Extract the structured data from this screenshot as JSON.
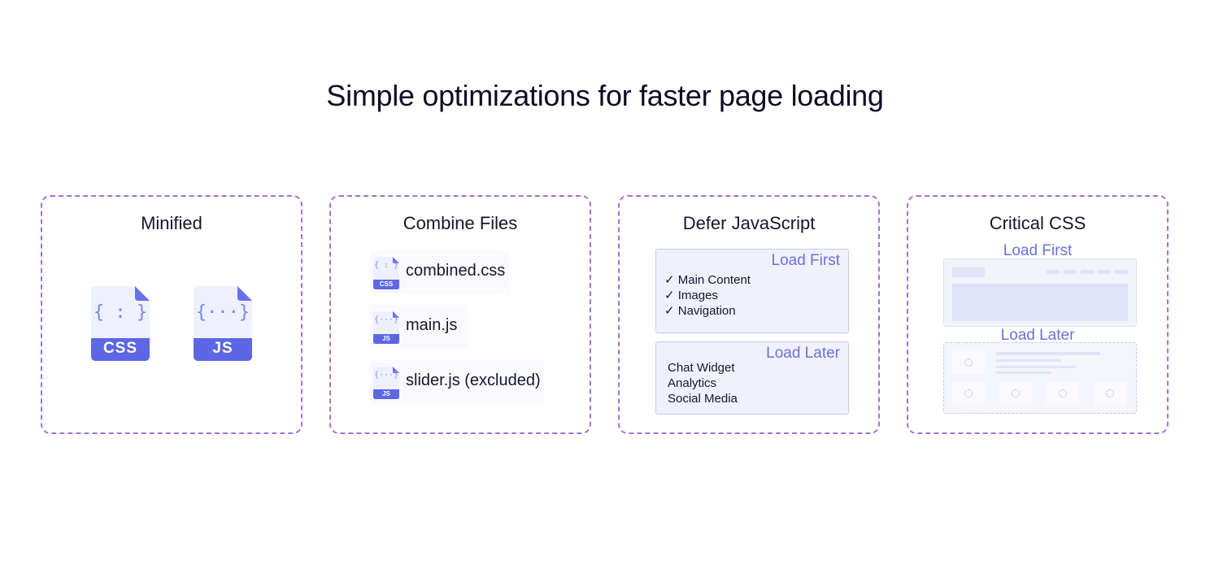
{
  "title": "Simple optimizations for faster page loading",
  "colors": {
    "accent_border": "#9d75e0",
    "icon_purple": "#6670e8",
    "label_blue": "#6a72d8"
  },
  "panels": {
    "minified": {
      "title": "Minified",
      "files": [
        {
          "icon": "css-file-icon",
          "code": "{ : }",
          "label": "CSS"
        },
        {
          "icon": "js-file-icon",
          "code": "{···}",
          "label": "JS"
        }
      ]
    },
    "combine": {
      "title": "Combine Files",
      "files": [
        {
          "icon": "css-file-icon",
          "code": "{ : }",
          "label": "CSS",
          "name": "combined.css"
        },
        {
          "icon": "js-file-icon",
          "code": "{···}",
          "label": "JS",
          "name": "main.js"
        },
        {
          "icon": "js-file-icon",
          "code": "{···}",
          "label": "JS",
          "name": "slider.js (excluded)"
        }
      ]
    },
    "defer": {
      "title": "Defer JavaScript",
      "first": {
        "heading": "Load First",
        "items": [
          "✓ Main Content",
          "✓ Images",
          "✓ Navigation"
        ]
      },
      "later": {
        "heading": "Load Later",
        "items": [
          "Chat Widget",
          "Analytics",
          "Social Media"
        ]
      }
    },
    "critical": {
      "title": "Critical CSS",
      "first_label": "Load First",
      "later_label": "Load Later"
    }
  }
}
